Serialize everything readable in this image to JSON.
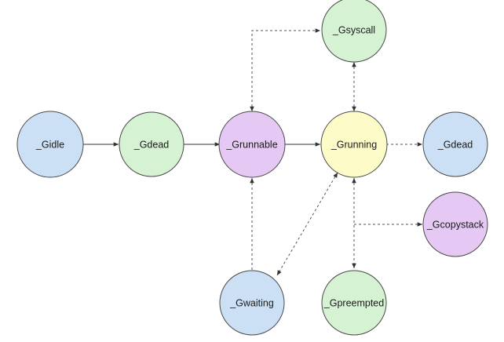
{
  "colors": {
    "blue": "#cce0f5",
    "green": "#d5f2d3",
    "purple": "#e6c8f4",
    "yellow": "#fdfcc8",
    "edge": "#333333"
  },
  "nodes": {
    "gidle": {
      "label": "_Gidle",
      "color": "#cce0f5"
    },
    "gdead1": {
      "label": "_Gdead",
      "color": "#d5f2d3"
    },
    "grunnable": {
      "label": "_Grunnable",
      "color": "#e6c8f4"
    },
    "grunning": {
      "label": "_Grunning",
      "color": "#fdfcc8"
    },
    "gdead2": {
      "label": "_Gdead",
      "color": "#cce0f5"
    },
    "gsyscall": {
      "label": "_Gsyscall",
      "color": "#d5f2d3"
    },
    "gcopystack": {
      "label": "_Gcopystack",
      "color": "#e6c8f4"
    },
    "gwaiting": {
      "label": "_Gwaiting",
      "color": "#cce0f5"
    },
    "gpreempted": {
      "label": "_Gpreempted",
      "color": "#d5f2d3"
    }
  }
}
